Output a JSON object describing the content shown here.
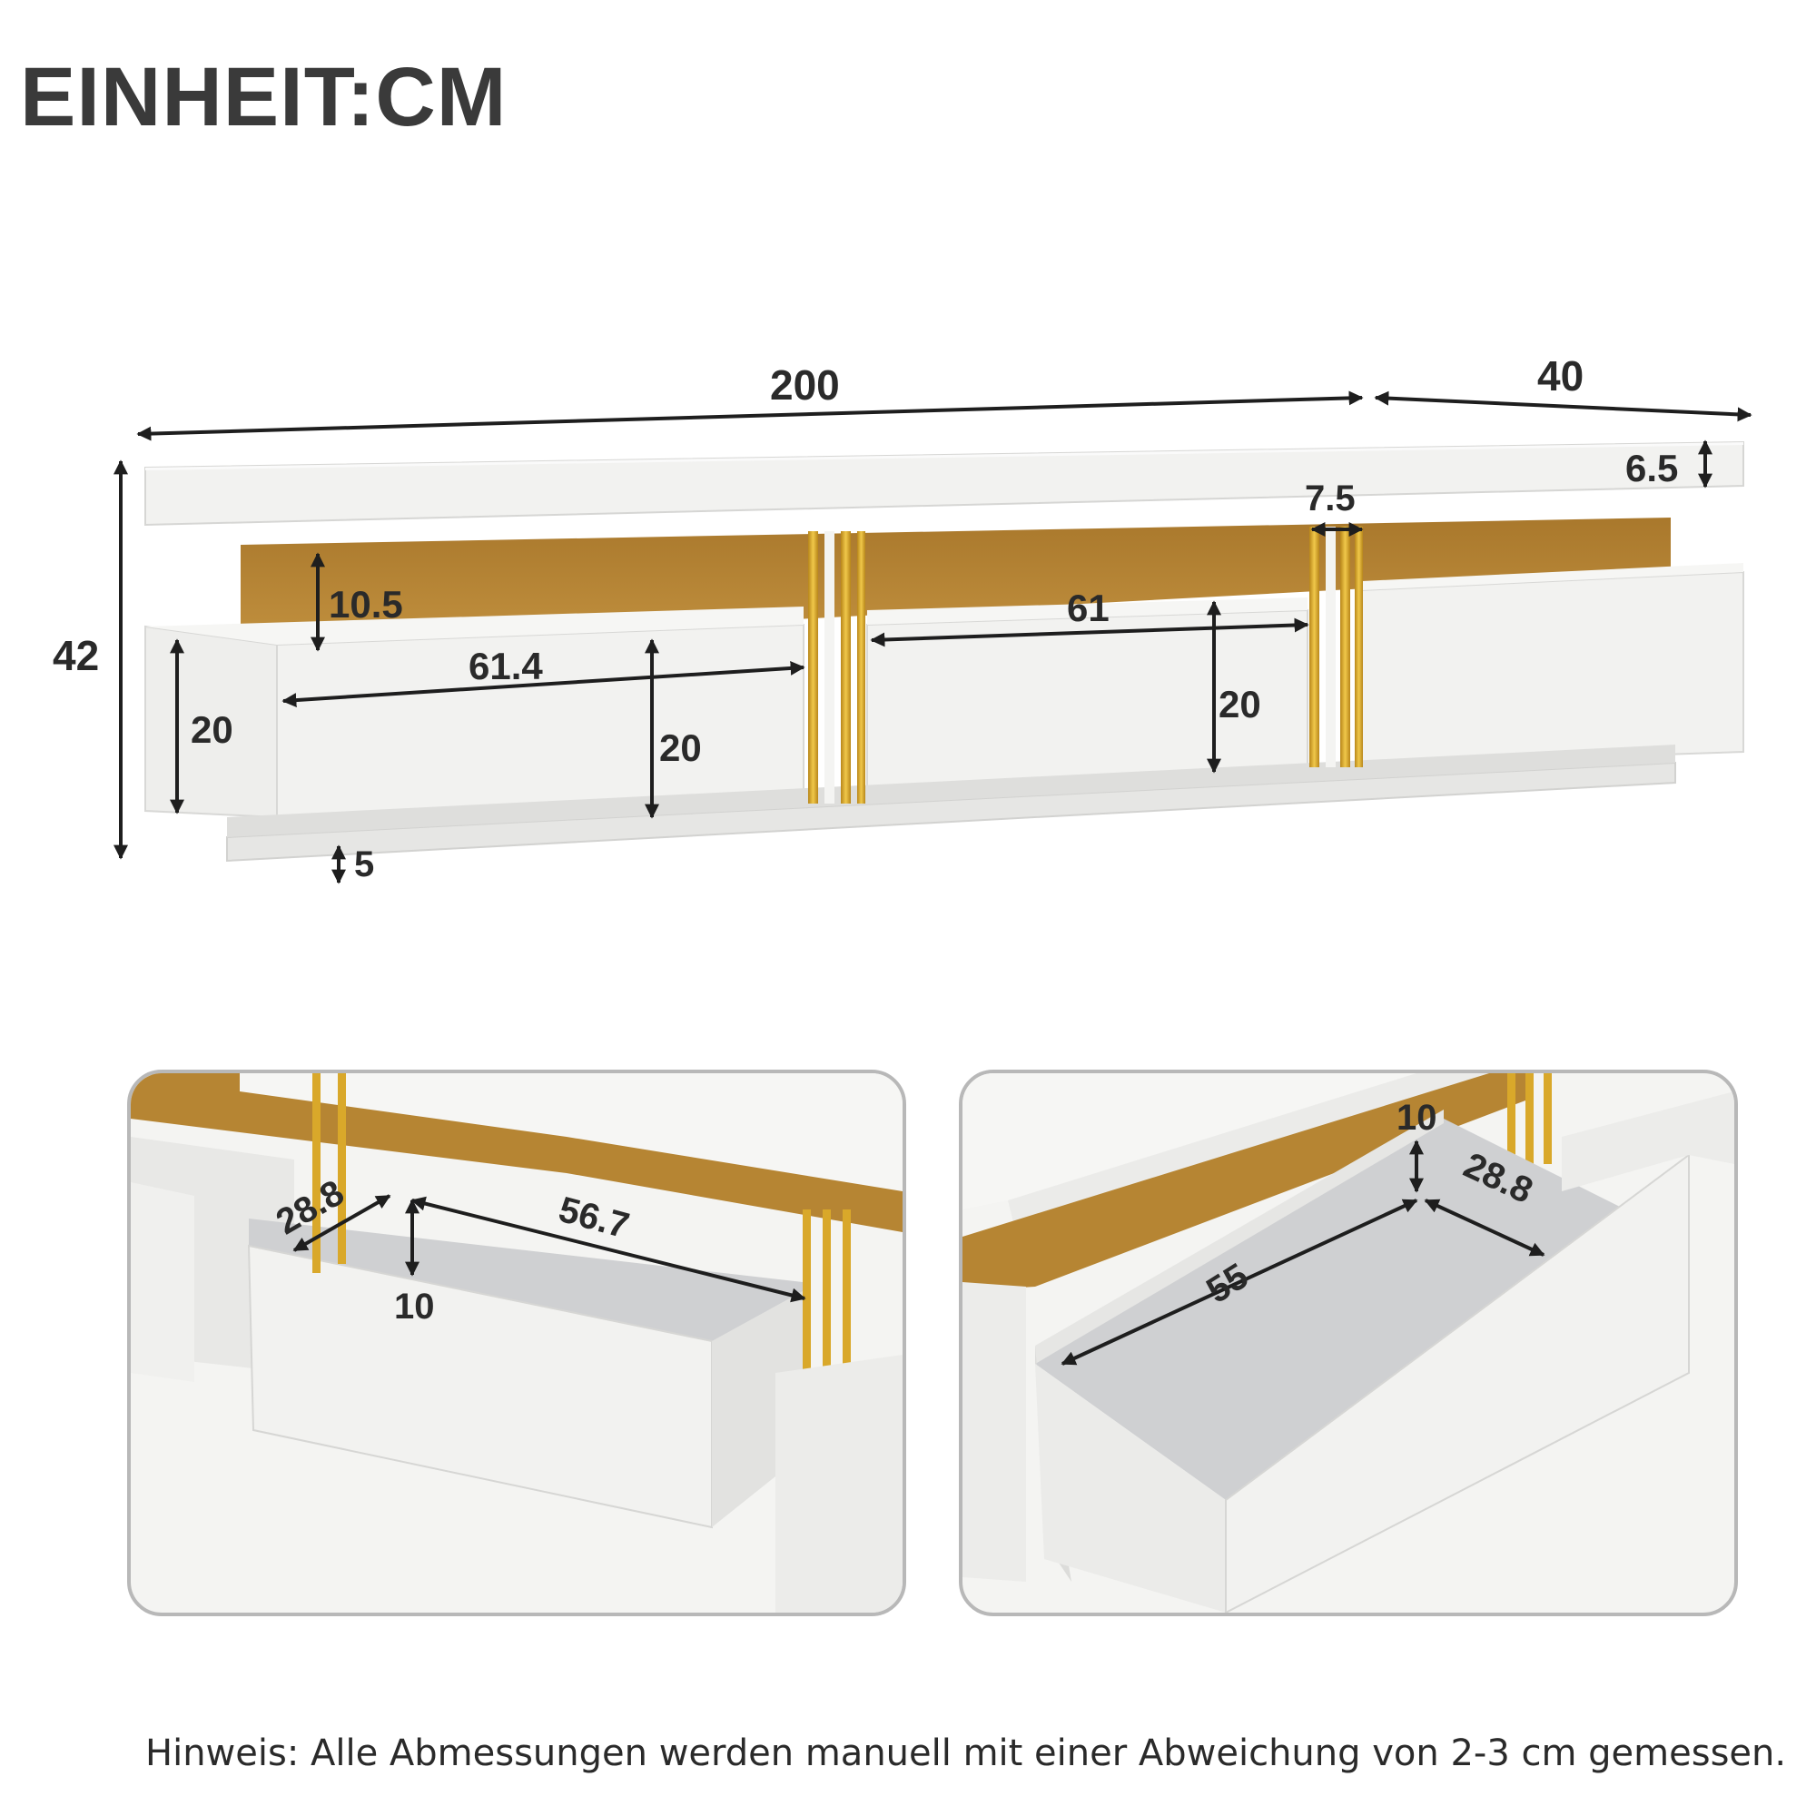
{
  "title": "EINHEIT:CM",
  "note": "Hinweis: Alle Abmessungen werden manuell mit einer Abweichung von 2-3 cm gemessen.",
  "colors": {
    "white_panel": "#f2f2f0",
    "panel_shadow": "#dcdcda",
    "gold_back": "#b98a3c",
    "gold_stripe": "#d9a82a",
    "arrow": "#1e1e1e",
    "frame": "#b8b8b8"
  },
  "main_view": {
    "total_width": "200",
    "depth": "40",
    "total_height": "42",
    "top_thickness": "6.5",
    "gold_gap_height": "10.5",
    "stripe_group_width": "7.5",
    "left_drawer_width": "61.4",
    "middle_drawer_width": "61",
    "side_drawer_height": "20",
    "left_drawer_height": "20",
    "middle_drawer_height": "20",
    "base_height": "5"
  },
  "detail_left": {
    "drawer_depth": "28.8",
    "drawer_inner_width": "56.7",
    "drawer_inner_height": "10"
  },
  "detail_right": {
    "drawer_inner_height": "10",
    "drawer_depth": "28.8",
    "drawer_inner_width": "55"
  }
}
